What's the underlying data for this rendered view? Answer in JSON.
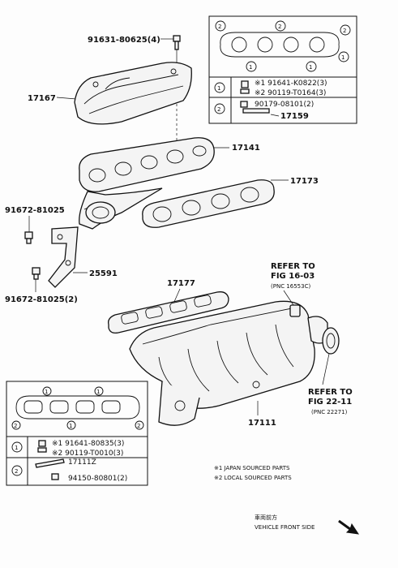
{
  "callouts": {
    "bolt_top": "91631-80625(4)",
    "heat_insulator": "17167",
    "exhaust_manifold": "17141",
    "gasket_exhaust": "17173",
    "bolt_left": "91672-81025",
    "stay": "25591",
    "bolt_left_2": "91672-81025(2)",
    "gasket_intake": "17177",
    "intake_manifold": "17111",
    "refer_top_1": "REFER TO",
    "refer_top_2": "FIG 16-03",
    "refer_top_3": "(PNC 16553C)",
    "refer_bot_1": "REFER TO",
    "refer_bot_2": "FIG 22-11",
    "refer_bot_3": "(PNC 22271)"
  },
  "table_top": {
    "row1_index": "1",
    "row1_line1": "※1 91641-K0822(3)",
    "row1_line2": "※2 90119-T0164(3)",
    "row2_index": "2",
    "row2_line1": "90179-08101(2)",
    "row2_line2": "17159",
    "gasket_marks": [
      "2",
      "2",
      "1",
      "1",
      "2",
      "1"
    ]
  },
  "table_bottom": {
    "row1_index": "1",
    "row1_line1": "※1 91641-80835(3)",
    "row1_line2": "※2 90119-T0010(3)",
    "row2_index": "2",
    "row2_line1": "17111Z",
    "row2_line2": "94150-80801(2)",
    "gasket_marks": [
      "1",
      "1",
      "1",
      "2",
      "2"
    ]
  },
  "legend": {
    "note1": "※1 JAPAN SOURCED PARTS",
    "note2": "※2 LOCAL SOURCED PARTS"
  },
  "direction": {
    "jp": "車両前方",
    "en": "VEHICLE FRONT SIDE"
  }
}
